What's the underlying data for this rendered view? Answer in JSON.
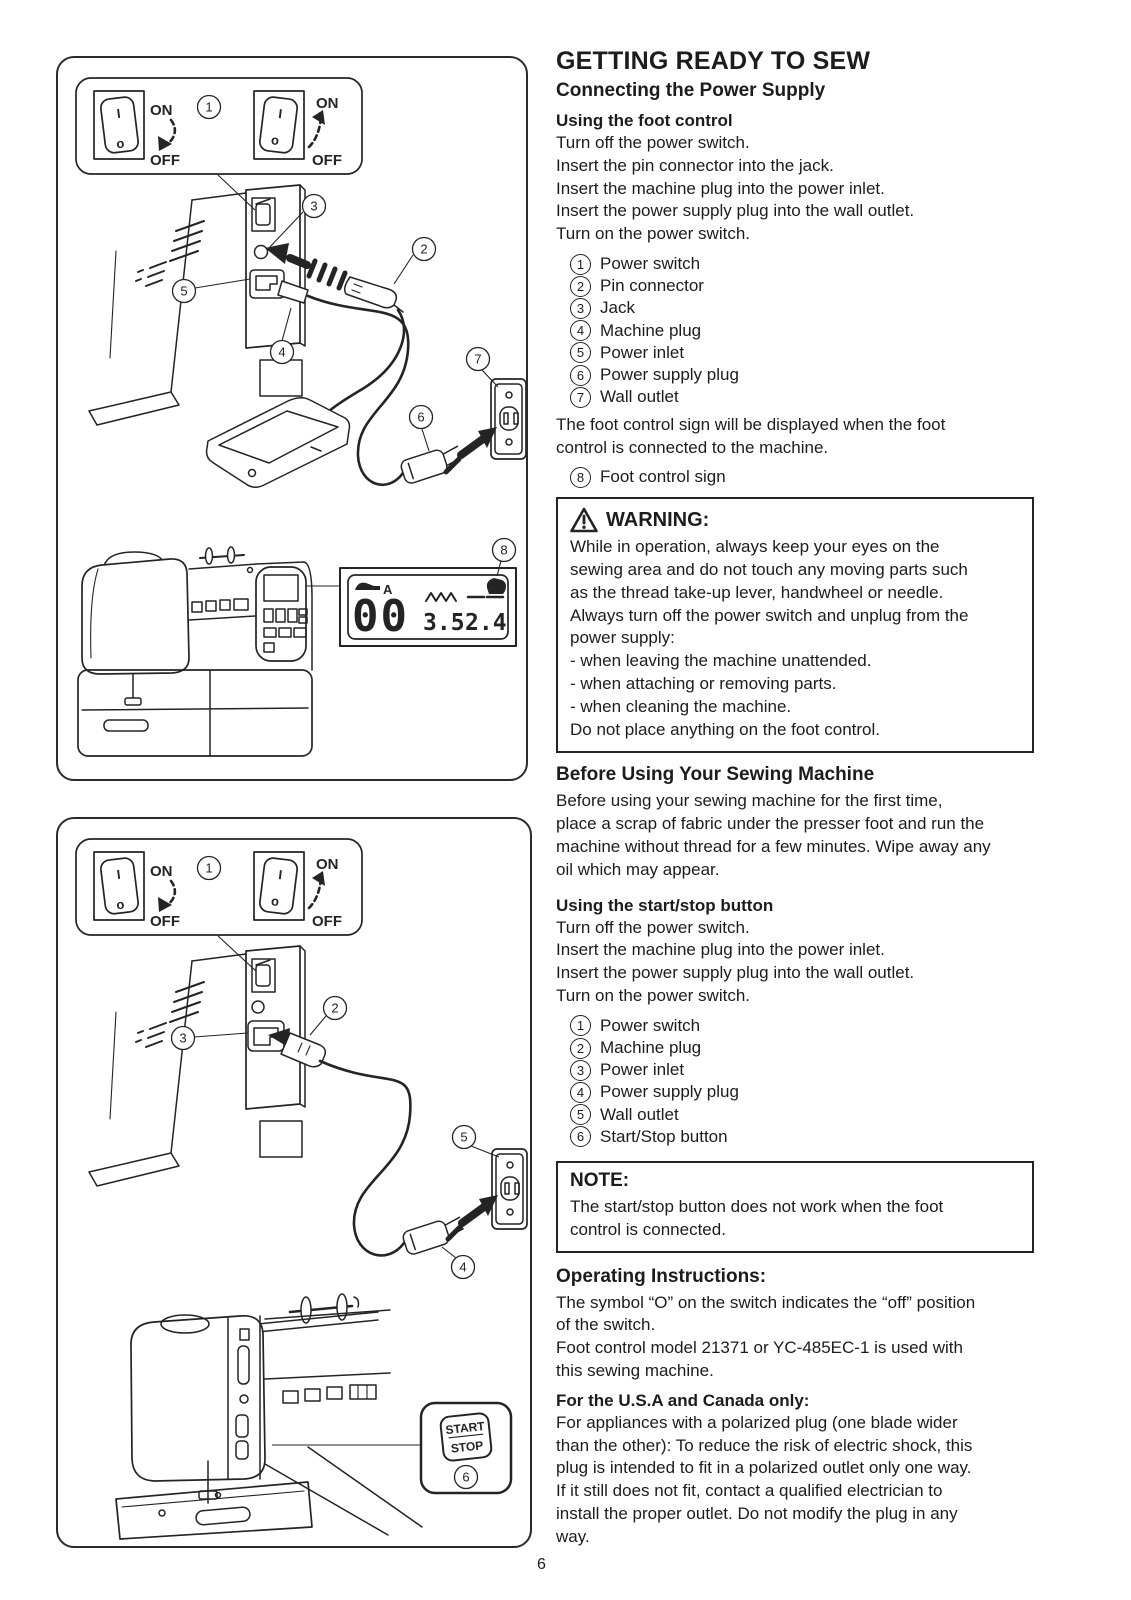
{
  "page_number": "6",
  "colors": {
    "ink": "#242424",
    "paper": "#ffffff"
  },
  "content": {
    "title": "GETTING READY TO SEW",
    "connecting": {
      "heading": "Connecting the Power Supply",
      "foot_control_heading": "Using the foot control",
      "steps": [
        "Turn off the power switch.",
        "Insert the pin connector into the jack.",
        "Insert the machine plug into the power inlet.",
        "Insert the power supply plug into the wall outlet.",
        "Turn on the power switch."
      ],
      "parts": [
        {
          "num": "1",
          "label": "Power switch"
        },
        {
          "num": "2",
          "label": "Pin connector"
        },
        {
          "num": "3",
          "label": "Jack"
        },
        {
          "num": "4",
          "label": "Machine plug"
        },
        {
          "num": "5",
          "label": "Power inlet"
        },
        {
          "num": "6",
          "label": "Power supply plug"
        },
        {
          "num": "7",
          "label": "Wall outlet"
        }
      ],
      "sign_note_lines": [
        "The foot control sign will be displayed when the foot",
        "control is connected to the machine."
      ],
      "sign_item": {
        "num": "8",
        "label": "Foot control sign"
      }
    },
    "warning": {
      "heading": "WARNING:",
      "lines": [
        "While in operation, always keep your eyes on the",
        "sewing area and do not touch any moving parts such",
        "as the thread take-up lever, handwheel or needle.",
        "Always turn off the power switch and unplug from the",
        "power supply:",
        "- when leaving the machine unattended.",
        "- when attaching or removing parts.",
        "- when cleaning the machine.",
        "Do not place anything on the foot control."
      ]
    },
    "before_using": {
      "heading": "Before Using Your Sewing Machine",
      "lines": [
        "Before using your sewing machine for the first time,",
        "place a scrap of fabric under the presser foot and run the",
        "machine without thread for a few minutes. Wipe away any",
        "oil which may appear."
      ]
    },
    "start_stop": {
      "heading": "Using the start/stop button",
      "steps": [
        "Turn off the power switch.",
        "Insert the machine plug into the power inlet.",
        "Insert the power supply plug into the wall outlet.",
        "Turn on the power switch."
      ],
      "parts": [
        {
          "num": "1",
          "label": "Power switch"
        },
        {
          "num": "2",
          "label": "Machine plug"
        },
        {
          "num": "3",
          "label": "Power inlet"
        },
        {
          "num": "4",
          "label": "Power supply plug"
        },
        {
          "num": "5",
          "label": "Wall outlet"
        },
        {
          "num": "6",
          "label": "Start/Stop button"
        }
      ]
    },
    "note": {
      "heading": "NOTE:",
      "lines": [
        "The start/stop button does not work when the foot",
        "control is connected."
      ]
    },
    "operating": {
      "heading": "Operating Instructions:",
      "lines": [
        "The symbol “O” on the switch indicates the “off” position",
        "of the switch.",
        "Foot control model 21371 or YC-485EC-1 is used with",
        "this sewing machine."
      ]
    },
    "usa": {
      "heading": "For the U.S.A and Canada only:",
      "lines": [
        "For appliances with a polarized plug (one blade wider",
        "than the other): To reduce the risk of electric shock, this",
        "plug is intended to fit in a polarized outlet only one way.",
        "If it still does not fit, contact a qualified electrician to",
        "install the proper outlet. Do not modify the plug in any",
        "way."
      ]
    }
  },
  "figures": {
    "switch_panel": {
      "on_label": "ON",
      "off_label": "OFF",
      "callout": "1",
      "rocker_top_mark": "I",
      "rocker_bottom_mark": "o"
    },
    "fig1": {
      "callouts": {
        "c2": "2",
        "c3": "3",
        "c4": "4",
        "c5": "5",
        "c6": "6",
        "c7": "7",
        "c8": "8"
      },
      "lcd": {
        "mode_letter": "A",
        "pattern_number": "00",
        "stitch_width": "3.5",
        "stitch_length": "2.4"
      }
    },
    "fig2": {
      "callouts": {
        "c2": "2",
        "c3": "3",
        "c4": "4",
        "c5": "5",
        "c6": "6"
      },
      "start_stop_button": {
        "line1": "START",
        "line2": "STOP"
      }
    }
  }
}
